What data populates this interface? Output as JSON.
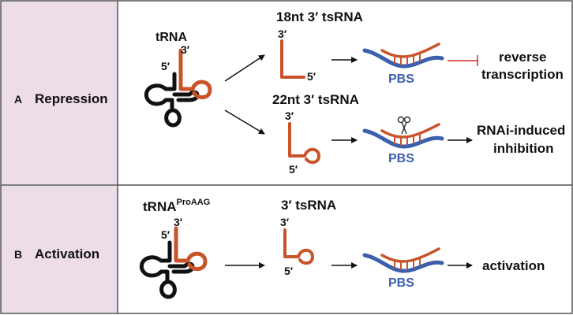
{
  "panels": {
    "a": {
      "letter": "A",
      "title": "Repression"
    },
    "b": {
      "letter": "B",
      "title": "Activation"
    }
  },
  "labels": {
    "trna": "tRNA",
    "trna_pro_base": "tRNA",
    "trna_pro_sup": "ProAAG",
    "tsrna_18": "18nt 3′ tsRNA",
    "tsrna_22": "22nt 3′ tsRNA",
    "tsrna_b": "3′ tsRNA",
    "three_prime": "3′",
    "five_prime": "5′",
    "pbs": "PBS",
    "outcome_reverse_1": "reverse",
    "outcome_reverse_2": "transcription",
    "outcome_rnai_1": "RNAi-induced",
    "outcome_rnai_2": "inhibition",
    "outcome_activation": "activation"
  },
  "colors": {
    "panel_bg": "#ecdde8",
    "border": "#555555",
    "rna_orange": "#c8542a",
    "pbs_blue": "#3c5fae",
    "inhibit_red": "#d22a2a",
    "outline": "#111111"
  },
  "icons": [
    "scissors-icon"
  ]
}
